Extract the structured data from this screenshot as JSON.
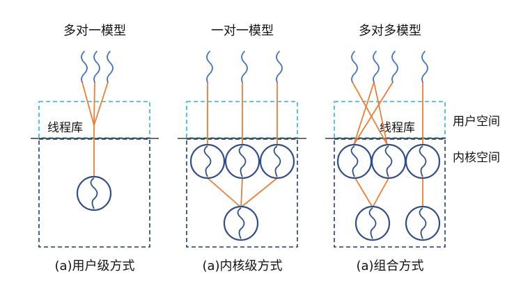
{
  "panels": [
    {
      "title": "多对一模型",
      "caption": "(a)用户级方式",
      "library_label": "线程库"
    },
    {
      "title": "一对一模型",
      "caption": "(a)内核级方式"
    },
    {
      "title": "多对多模型",
      "caption": "(a)组合方式",
      "library_label": "线程库"
    }
  ],
  "space_labels": {
    "user": "用户空间",
    "kernel": "内核空间"
  },
  "colors": {
    "user_box": "#29b6e6",
    "kernel_box": "#1f3a6b",
    "link": "#ed7d31",
    "thread": "#4472c4",
    "kernel_thread": "#2f4d8a"
  }
}
